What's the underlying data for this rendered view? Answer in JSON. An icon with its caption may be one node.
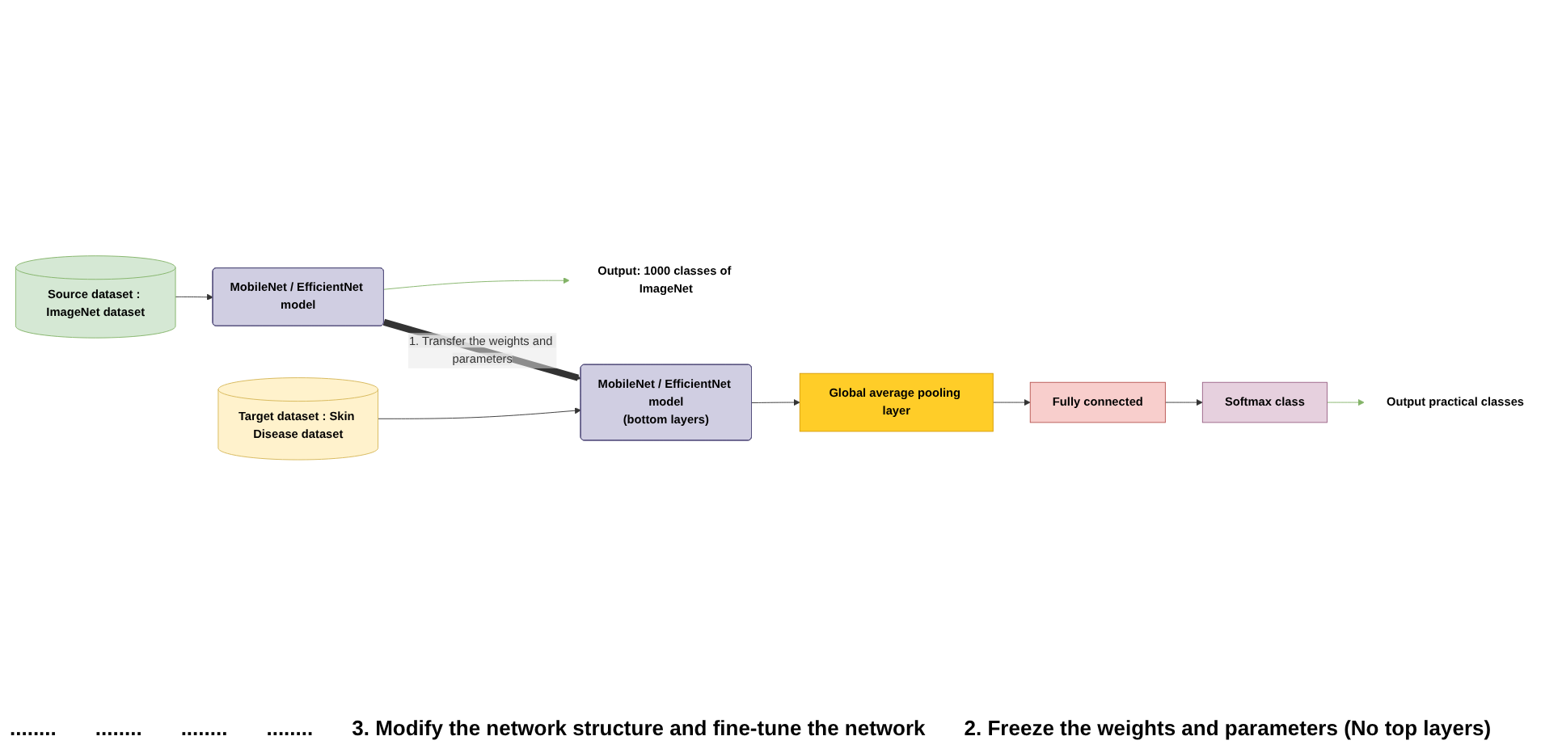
{
  "diagram": {
    "nodes": [
      {
        "text": [
          "Source dataset : ImageNet dataset"
        ]
      },
      {
        "text": [
          "MobileNet / EfficientNet model"
        ]
      },
      {
        "text": [
          "Output: 1000 classes of ImageNet"
        ]
      },
      {
        "text": [
          "Target dataset : Skin Disease dataset"
        ]
      },
      {
        "text": [
          "MobileNet / EfficientNet model",
          "(bottom layers)"
        ]
      },
      {
        "text": [
          "Global average pooling layer"
        ]
      },
      {
        "text": [
          "Fully connected"
        ]
      },
      {
        "text": [
          "Softmax class"
        ]
      },
      {
        "text": [
          "Output practical classes"
        ]
      }
    ],
    "edges": [
      {
        "from": 0,
        "to": 1,
        "arrow": "to"
      },
      {
        "from": 1,
        "to": 2,
        "arrow": "to",
        "color": "#82b366"
      },
      {
        "from": 1,
        "to": 4,
        "arrow": "to",
        "label": "1. Transfer the weights and parameters",
        "style": "thick"
      },
      {
        "from": 3,
        "to": 4,
        "arrow": "to"
      },
      {
        "from": 4,
        "to": 5,
        "arrow": "to"
      },
      {
        "from": 5,
        "to": 6,
        "arrow": "to"
      },
      {
        "from": 6,
        "to": 7,
        "arrow": "to"
      },
      {
        "from": 7,
        "to": 8,
        "arrow": "to",
        "color": "#82b366"
      }
    ],
    "labels": [
      "........",
      "........",
      "........",
      "........",
      "3. Modify the network structure and fine-tune the network",
      "2. Freeze the weights and parameters (No top layers)"
    ]
  }
}
